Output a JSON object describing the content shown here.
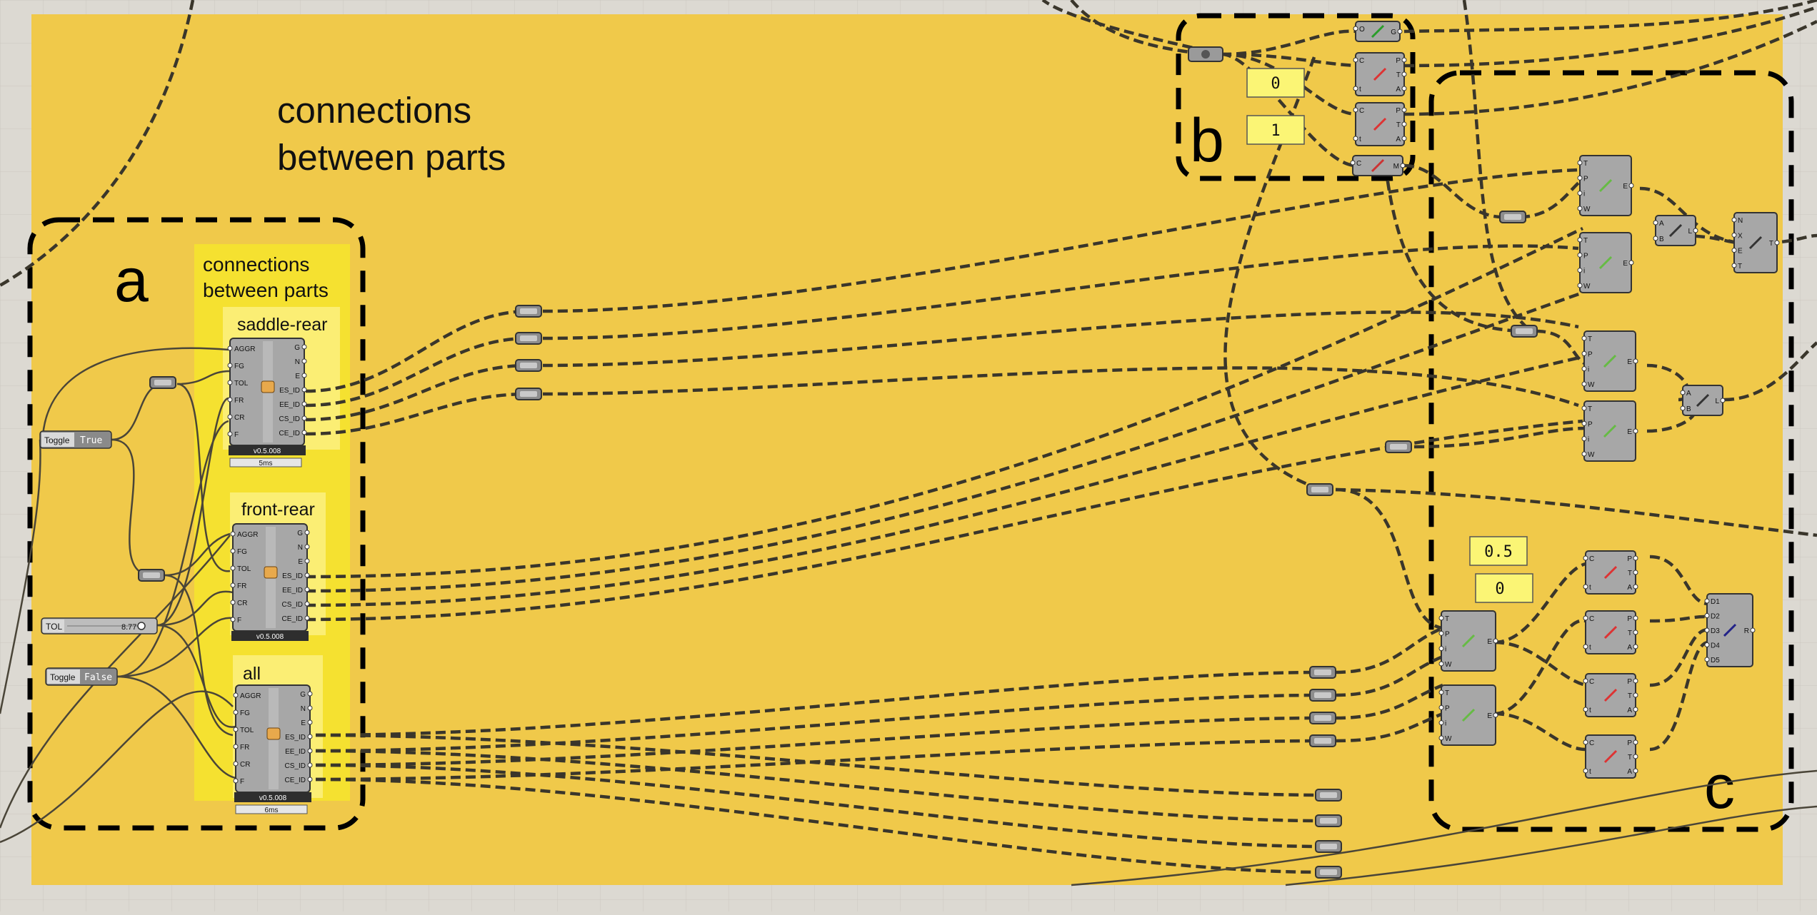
{
  "colors": {
    "canvas_bg": "#dcd9d2",
    "grid": "#cbc8c0",
    "group_yellow": "#f0c94a",
    "cluster_yellow": "#f5e130",
    "sub_yellow": "#fbee74",
    "component": "#a7a7a7",
    "component_dark": "#6e6e6e",
    "wire": "#3a362b",
    "panel": "#fbf575"
  },
  "group": {
    "title_line1": "connections",
    "title_line2": "between parts"
  },
  "cluster": {
    "title_line1": "connections",
    "title_line2": "between parts"
  },
  "region_labels": {
    "a": "a",
    "b": "b",
    "c": "c"
  },
  "subgroups": [
    {
      "label": "saddle-rear",
      "version": "v0.5.008",
      "time": "5ms"
    },
    {
      "label": "front-rear",
      "version": "v0.5.008",
      "time": ""
    },
    {
      "label": "all",
      "version": "v0.5.008",
      "time": "6ms"
    }
  ],
  "component_inputs": [
    "AGGR",
    "FG",
    "TOL",
    "FR",
    "CR",
    "F"
  ],
  "component_outputs": [
    "G",
    "N",
    "E",
    "ES_ID",
    "EE_ID",
    "CS_ID",
    "CE_ID"
  ],
  "controls": {
    "toggle1": {
      "label": "Toggle",
      "value": "True"
    },
    "slider": {
      "label": "TOL",
      "value": "8.77"
    },
    "toggle2": {
      "label": "Toggle",
      "value": "False"
    }
  },
  "panels": {
    "b_top": "0",
    "b_bottom": "1",
    "c_top": "0.5",
    "c_bottom": "0"
  },
  "ports": {
    "curve_params": [
      "C",
      "t",
      "P",
      "T",
      "A"
    ],
    "tree_item": [
      "T",
      "P",
      "i",
      "W",
      "E"
    ],
    "line_ab": [
      "A",
      "B",
      "L"
    ],
    "five_in": [
      "N",
      "X",
      "E",
      "T",
      "T"
    ],
    "d_inputs": [
      "D1",
      "D2",
      "D3",
      "D4",
      "D5",
      "R"
    ],
    "cm": [
      "C",
      "M"
    ],
    "og": [
      "O",
      "G"
    ]
  }
}
